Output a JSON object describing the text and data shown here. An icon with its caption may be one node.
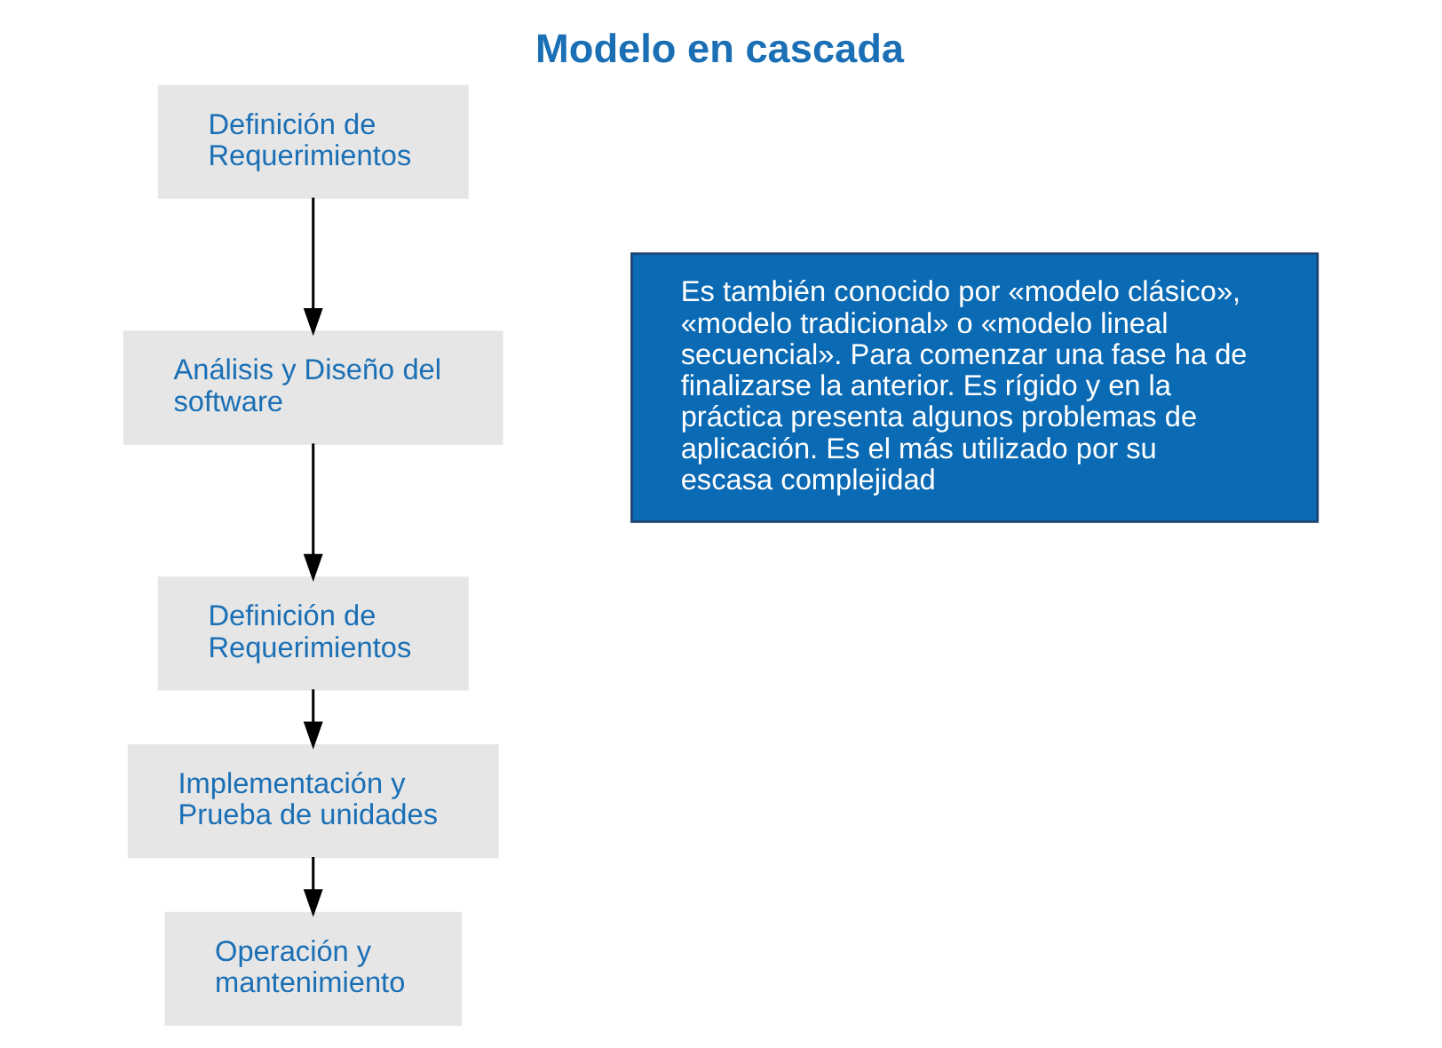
{
  "diagram": {
    "title": "Modelo en cascada",
    "nodes": [
      {
        "text": [
          "Definición de Requerimientos"
        ]
      },
      {
        "text": [
          "Análisis y Diseño del software"
        ]
      },
      {
        "text": [
          "Definición de Requerimientos"
        ]
      },
      {
        "text": [
          "Implementación y Prueba de unidades"
        ]
      },
      {
        "text": [
          "Operación y mantenimiento"
        ]
      },
      {
        "text": [
          "Es también conocido por «modelo clásico», «modelo tradicional» o «modelo lineal secuencial». Para comenzar una fase ha de finalizarse la anterior. Es rígido y en la práctica presenta algunos problemas de aplicación. Es el más utilizado por su escasa complejidad"
        ]
      }
    ],
    "edges": [
      {
        "from": 0,
        "to": 1,
        "arrow": "to"
      },
      {
        "from": 1,
        "to": 2,
        "arrow": "to"
      },
      {
        "from": 2,
        "to": 3,
        "arrow": "to"
      },
      {
        "from": 3,
        "to": 4,
        "arrow": "to"
      }
    ]
  }
}
